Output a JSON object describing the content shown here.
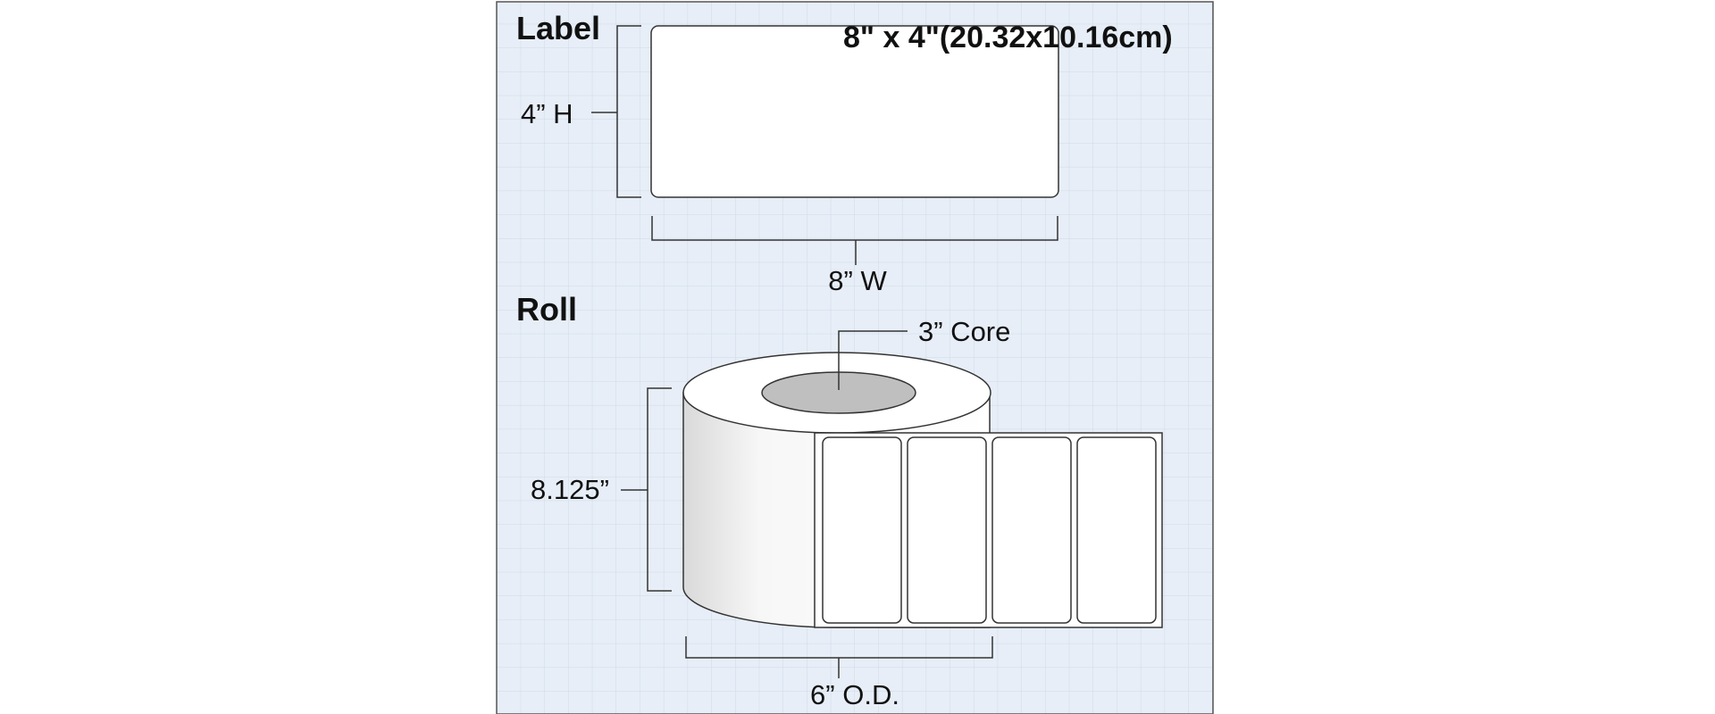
{
  "label_section": {
    "heading": "Label",
    "size_text": "8\" x 4\"(20.32x10.16cm)",
    "height_text": "4” H",
    "width_text": "8” W"
  },
  "roll_section": {
    "heading": "Roll",
    "core_text": "3” Core",
    "length_text": "8.125”",
    "od_text": "6” O.D."
  },
  "colors": {
    "grid_background": "#e7eef7",
    "grid_line": "#cfd9e6",
    "frame": "#555555",
    "core_fill": "#bfbfbf",
    "label_fill": "#ffffff"
  }
}
